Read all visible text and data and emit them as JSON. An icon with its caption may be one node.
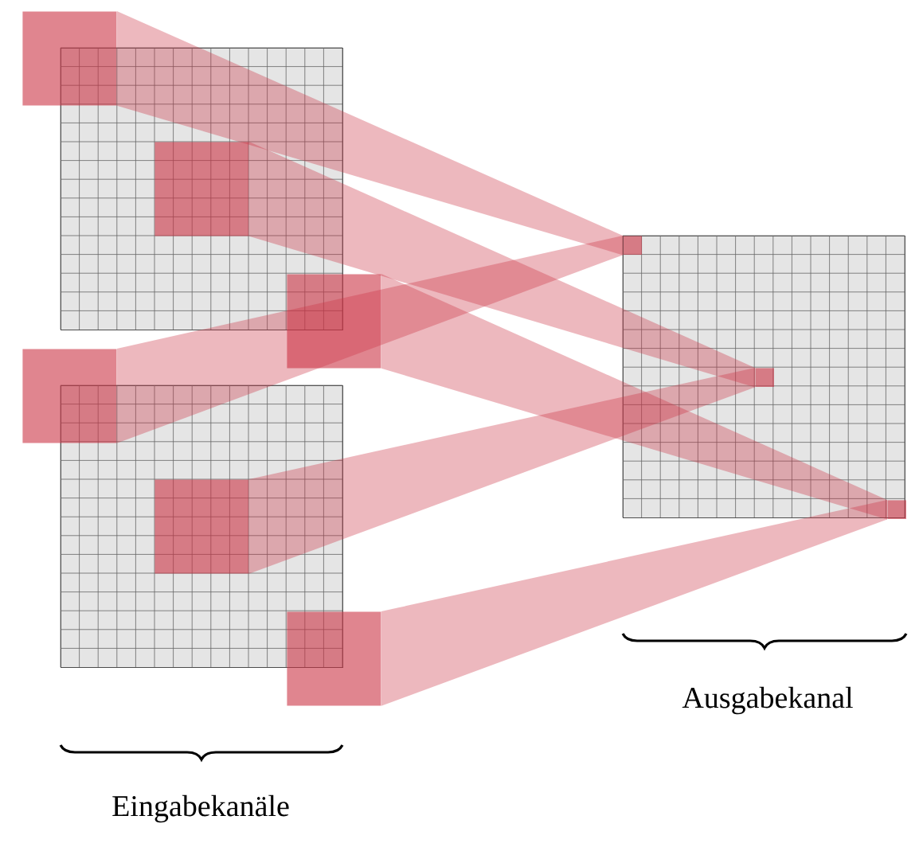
{
  "diagram": {
    "nodes": [
      {
        "text": [],
        "shape": "grid"
      },
      {
        "text": [],
        "shape": "box"
      },
      {
        "text": [],
        "shape": "box",
        "in": 0
      },
      {
        "text": [],
        "shape": "box"
      },
      {
        "text": [],
        "shape": "grid"
      },
      {
        "text": [],
        "shape": "box"
      },
      {
        "text": [],
        "shape": "box",
        "in": 4
      },
      {
        "text": [],
        "shape": "box"
      },
      {
        "text": [],
        "shape": "grid"
      },
      {
        "text": [],
        "shape": "box",
        "in": 8
      },
      {
        "text": [],
        "shape": "box",
        "in": 8
      },
      {
        "text": [],
        "shape": "box",
        "in": 8
      }
    ],
    "edges": [
      {
        "from": 1,
        "to": 9,
        "arrow": "none"
      },
      {
        "from": 5,
        "to": 9,
        "arrow": "none"
      },
      {
        "from": 2,
        "to": 10,
        "arrow": "none"
      },
      {
        "from": 6,
        "to": 10,
        "arrow": "none"
      },
      {
        "from": 3,
        "to": 11,
        "arrow": "none"
      },
      {
        "from": 7,
        "to": 11,
        "arrow": "none"
      }
    ],
    "labels": [
      "Eingabekanäle",
      "Ausgabekanal"
    ]
  }
}
